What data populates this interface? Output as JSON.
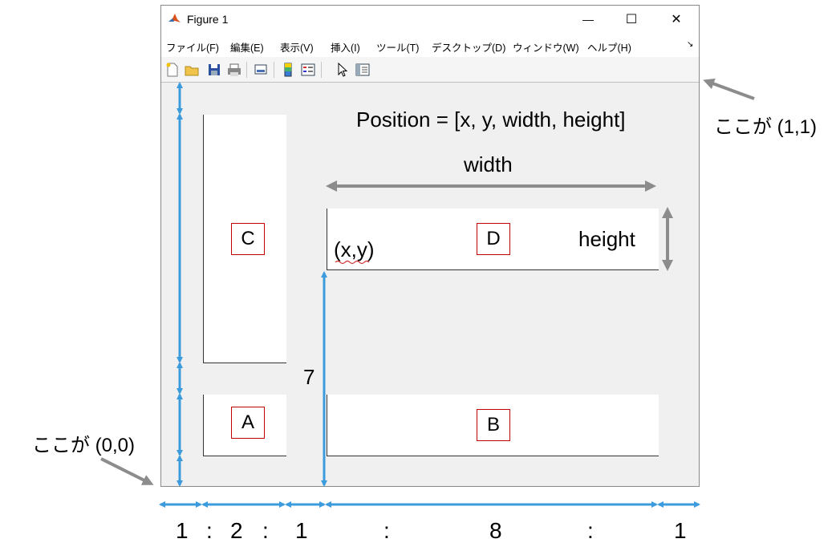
{
  "window": {
    "title": "Figure 1",
    "minimize_symbol": "—",
    "maximize_symbol": "☐",
    "close_symbol": "✕"
  },
  "menu": {
    "items": [
      "ファイル(F)",
      "編集(E)",
      "表示(V)",
      "挿入(I)",
      "ツール(T)",
      "デスクトップ(D)",
      "ウィンドウ(W)",
      "ヘルプ(H)"
    ],
    "undock_symbol": "↘"
  },
  "toolbar": {
    "icons": [
      "new-figure-icon",
      "open-file-icon",
      "save-icon",
      "print-icon",
      "link-plot-icon",
      "colorbar-icon",
      "legend-icon",
      "edit-plot-arrow-icon",
      "property-inspector-icon"
    ]
  },
  "axes": {
    "a_label": "A",
    "b_label": "B",
    "c_label": "C",
    "d_label": "D"
  },
  "annotations": {
    "position_formula": "Position = [x, y, width, height]",
    "width_label": "width",
    "height_label": "height",
    "xy_label": "(x,y)",
    "seven": "7",
    "origin_label": "ここが (0,0)",
    "corner_label": "ここが (1,1)"
  },
  "ratio": {
    "parts": [
      "1",
      ":",
      "2",
      ":",
      "1",
      ":",
      "8",
      ":",
      "1"
    ]
  },
  "colors": {
    "blue_arrow": "#3c9bdc",
    "gray_arrow": "#8c8c8c",
    "label_border": "#c00000"
  }
}
